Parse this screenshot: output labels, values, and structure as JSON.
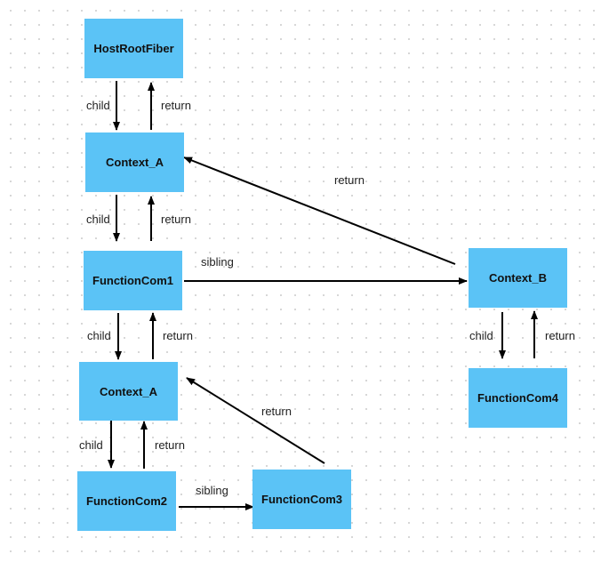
{
  "colors": {
    "node_fill": "#5bc3f6",
    "edge": "#000000",
    "background": "#ffffff"
  },
  "nodes": {
    "host_root": "HostRootFiber",
    "context_a_1": "Context_A",
    "function_com1": "FunctionCom1",
    "context_a_2": "Context_A",
    "function_com2": "FunctionCom2",
    "function_com3": "FunctionCom3",
    "context_b": "Context_B",
    "function_com4": "FunctionCom4"
  },
  "edge_labels": {
    "host_child": "child",
    "host_return": "return",
    "ctxa1_child": "child",
    "ctxa1_return": "return",
    "fc1_child": "child",
    "fc1_return": "return",
    "fc1_sibling": "sibling",
    "ctxb_return": "return",
    "ctxa2_child": "child",
    "ctxa2_return": "return",
    "fc2_sibling": "sibling",
    "fc3_return": "return",
    "ctxb_child": "child",
    "fc4_return": "return"
  }
}
